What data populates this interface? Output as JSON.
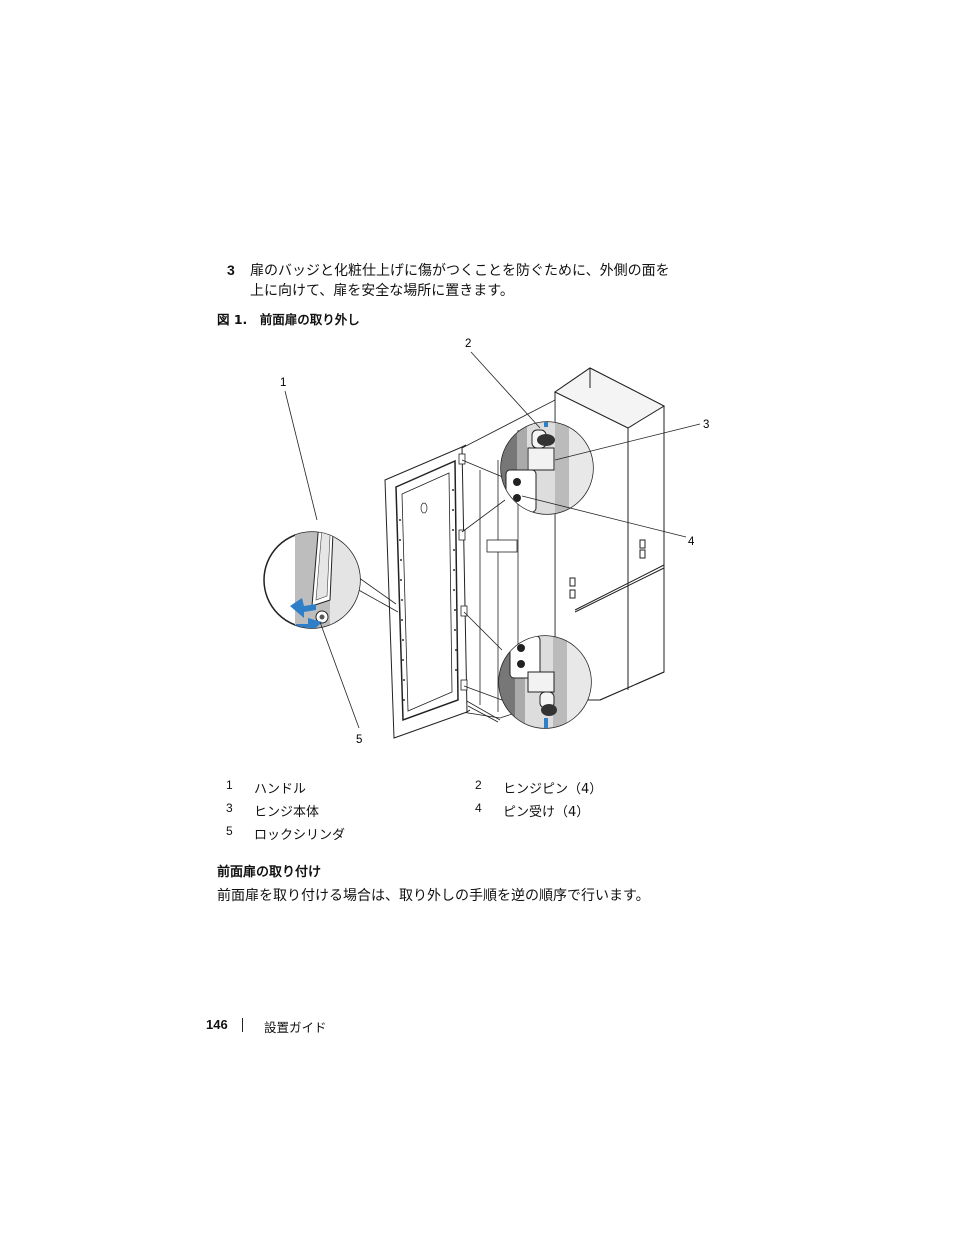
{
  "step": {
    "number": "3",
    "line1": "扉のバッジと化粧仕上げに傷がつくことを防ぐために、外側の面を",
    "line2": "上に向けて、扉を安全な場所に置きます。"
  },
  "figure": {
    "caption": "図 1.　前面扉の取り外し",
    "callouts": [
      "1",
      "2",
      "3",
      "4",
      "5"
    ]
  },
  "legend": [
    {
      "num": "1",
      "label": "ハンドル"
    },
    {
      "num": "2",
      "label": "ヒンジピン（4）"
    },
    {
      "num": "3",
      "label": "ヒンジ本体"
    },
    {
      "num": "4",
      "label": "ピン受け（4）"
    },
    {
      "num": "5",
      "label": "ロックシリンダ"
    }
  ],
  "section": {
    "heading": "前面扉の取り付け",
    "body": "前面扉を取り付ける場合は、取り外しの手順を逆の順序で行います。"
  },
  "footer": {
    "page_number": "146",
    "title": "設置ガイド"
  },
  "colors": {
    "arrow_blue": "#2f7fc8",
    "line": "#222222"
  }
}
